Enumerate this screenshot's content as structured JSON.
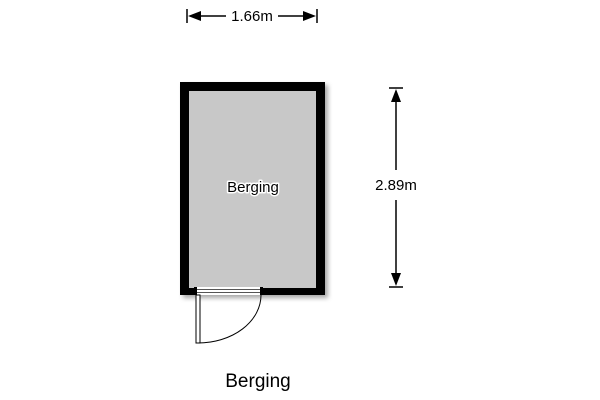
{
  "plan": {
    "width_dimension": "1.66m",
    "depth_dimension": "2.89m",
    "room_label": "Berging",
    "caption": "Berging"
  },
  "colors": {
    "wall": "#000000",
    "floor": "#c8c8c8",
    "background": "#ffffff"
  }
}
